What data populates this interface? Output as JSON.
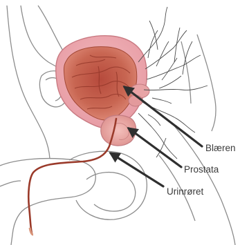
{
  "labels": {
    "bladder": "Blæren",
    "prostate": "Prostata",
    "urethra": "Urinrøret"
  },
  "colors": {
    "outline": "#8c8c8c",
    "bladder_wall": "#e8a0a8",
    "bladder_inner": "#c25a4a",
    "bladder_deep": "#a53f33",
    "prostate": "#e6a09e",
    "urethra": "#9a3a2a",
    "nerves": "#4a4a4a",
    "arrow": "#2f2f2f",
    "label_text": "#3a3a3a"
  }
}
